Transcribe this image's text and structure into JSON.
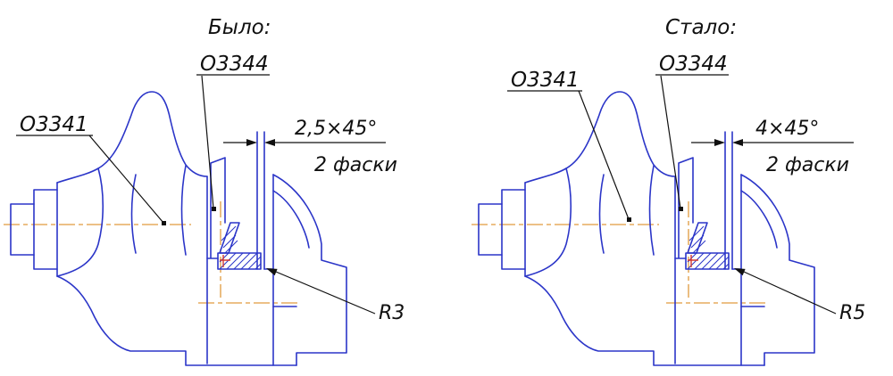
{
  "left_view": {
    "title": "Было:",
    "label_o3341": "О3341",
    "label_o3344": "О3344",
    "chamfer_dim": "2,5×45°",
    "chamfer_note": "2 фаски",
    "fillet_radius": "R3"
  },
  "right_view": {
    "title": "Стало:",
    "label_o3341": "О3341",
    "label_o3344": "О3344",
    "chamfer_dim": "4×45°",
    "chamfer_note": "2 фаски",
    "fillet_radius": "R5"
  },
  "colors": {
    "outline": "#2b35c8",
    "centerline": "#e09a3e",
    "highlight": "#d43a2f",
    "annotation": "#101010"
  }
}
